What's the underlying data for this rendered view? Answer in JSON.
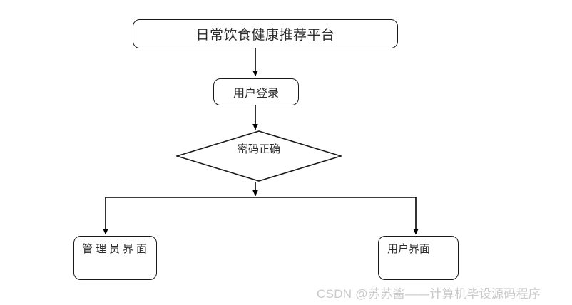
{
  "diagram": {
    "type": "flowchart",
    "background_color": "#ffffff",
    "stroke_color": "#1a1a1a",
    "text_color": "#2b2b2b",
    "nodes": [
      {
        "id": "platform",
        "shape": "rounded-rectangle",
        "label": "日常饮食健康推荐平台"
      },
      {
        "id": "login",
        "shape": "rounded-rectangle",
        "label": "用户登录"
      },
      {
        "id": "decision",
        "shape": "diamond",
        "label": "密码正确"
      },
      {
        "id": "admin",
        "shape": "rounded-rectangle",
        "label": "管理员界面"
      },
      {
        "id": "user",
        "shape": "rounded-rectangle",
        "label": "用户界面"
      }
    ],
    "edges": [
      {
        "from": "platform",
        "to": "login",
        "label": ""
      },
      {
        "from": "login",
        "to": "decision",
        "label": ""
      },
      {
        "from": "decision",
        "to": "admin",
        "label": ""
      },
      {
        "from": "decision",
        "to": "user",
        "label": ""
      }
    ]
  },
  "watermark": {
    "text": "CSDN @苏苏酱——计算机毕设源码程序",
    "color": "#c9c9c9"
  }
}
